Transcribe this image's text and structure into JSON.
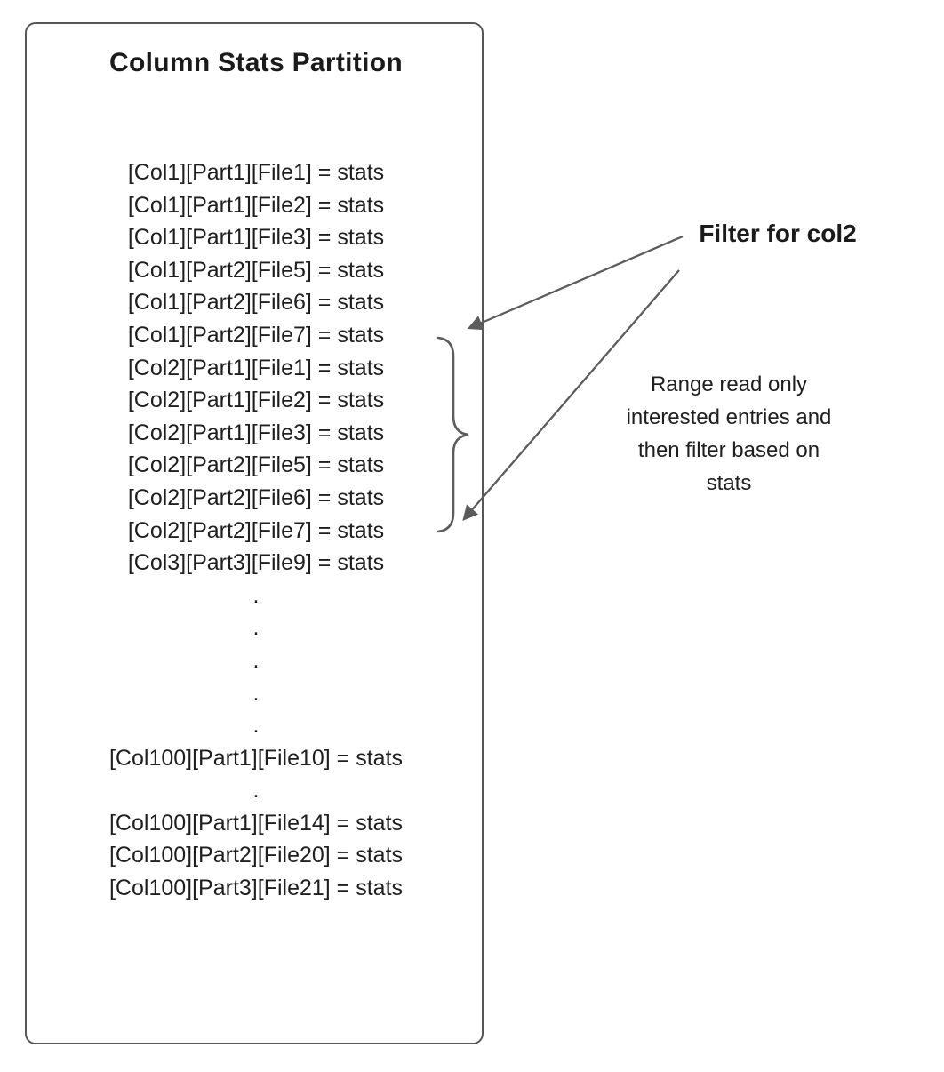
{
  "diagram": {
    "box": {
      "title": "Column Stats Partition",
      "entries": [
        "[Col1][Part1][File1] = stats",
        "[Col1][Part1][File2] = stats",
        "[Col1][Part1][File3] = stats",
        "[Col1][Part2][File5] = stats",
        "[Col1][Part2][File6] = stats",
        "[Col1][Part2][File7] = stats",
        "[Col2][Part1][File1] = stats",
        "[Col2][Part1][File2] = stats",
        "[Col2][Part1][File3] = stats",
        "[Col2][Part2][File5] = stats",
        "[Col2][Part2][File6] = stats",
        "[Col2][Part2][File7] = stats",
        "[Col3][Part3][File9] = stats",
        ".",
        ".",
        ".",
        ".",
        ".",
        "[Col100][Part1][File10] = stats",
        ".",
        "[Col100][Part1][File14] = stats",
        "[Col100][Part2][File20] = stats",
        "[Col100][Part3][File21] = stats"
      ]
    },
    "annotations": {
      "filter_label": "Filter for col2",
      "range_note": "Range read only interested entries and then filter based on stats",
      "range_note_lines": [
        "Range read only",
        "interested entries and",
        "then filter based on",
        "stats"
      ]
    },
    "colors": {
      "text": "#1f1f1f",
      "line": "#5c5c5c",
      "border": "#575757",
      "background": "#ffffff"
    }
  }
}
